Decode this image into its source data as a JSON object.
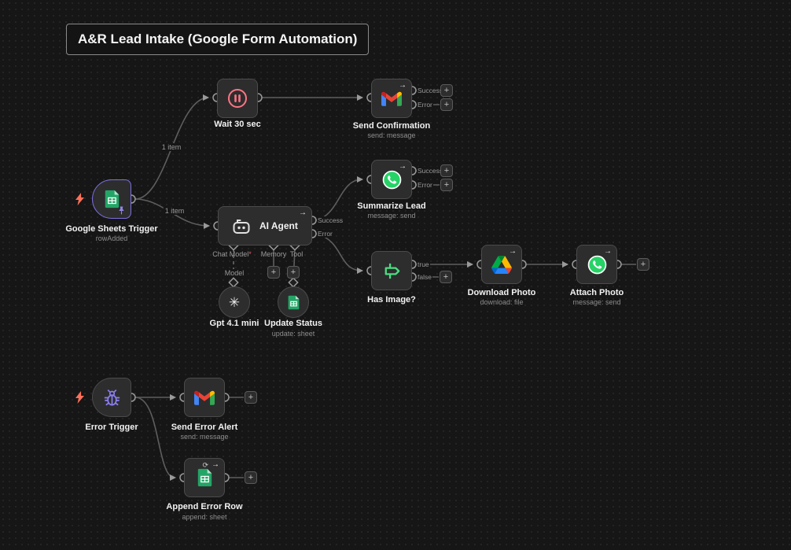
{
  "title": "A&R Lead Intake (Google Form Automation)",
  "ui": {
    "plus": "+",
    "open_arrow": "→",
    "retry_icon": "⟳",
    "required_asterisk": "*"
  },
  "edge_labels": {
    "trigger_to_wait": "1 item",
    "trigger_to_agent": "1 item",
    "model": "Model"
  },
  "nodes": {
    "google_sheets_trigger": {
      "label": "Google Sheets Trigger",
      "sublabel": "rowAdded"
    },
    "wait": {
      "label": "Wait 30 sec"
    },
    "send_confirmation": {
      "label": "Send Confirmation",
      "sublabel": "send: message",
      "outputs": {
        "success": "Success",
        "error": "Error"
      }
    },
    "ai_agent": {
      "label": "AI Agent",
      "outputs": {
        "success": "Success",
        "error": "Error"
      },
      "inputs": {
        "chat_model": "Chat Model",
        "memory": "Memory",
        "tool": "Tool"
      }
    },
    "summarize_lead": {
      "label": "Summarize Lead",
      "sublabel": "message: send",
      "outputs": {
        "success": "Success",
        "error": "Error"
      }
    },
    "has_image": {
      "label": "Has Image?",
      "outputs": {
        "true": "true",
        "false": "false"
      }
    },
    "download_photo": {
      "label": "Download Photo",
      "sublabel": "download: file"
    },
    "attach_photo": {
      "label": "Attach Photo",
      "sublabel": "message: send"
    },
    "gpt_model": {
      "label": "Gpt 4.1 mini"
    },
    "update_status": {
      "label": "Update Status",
      "sublabel": "update: sheet"
    },
    "error_trigger": {
      "label": "Error Trigger"
    },
    "send_error_alert": {
      "label": "Send Error Alert",
      "sublabel": "send: message"
    },
    "append_error_row": {
      "label": "Append Error Row",
      "sublabel": "append: sheet"
    }
  },
  "colors": {
    "canvas_bg": "#161616",
    "node_bg": "#2d2d2e",
    "trigger_accent": "#7b6fe0",
    "sheets_green": "#23a566",
    "whatsapp_green": "#25d366",
    "wait_pink": "#ff7583",
    "if_green": "#4ade80",
    "bug_purple": "#8b7ff0",
    "bolt_orange": "#ff7059"
  }
}
